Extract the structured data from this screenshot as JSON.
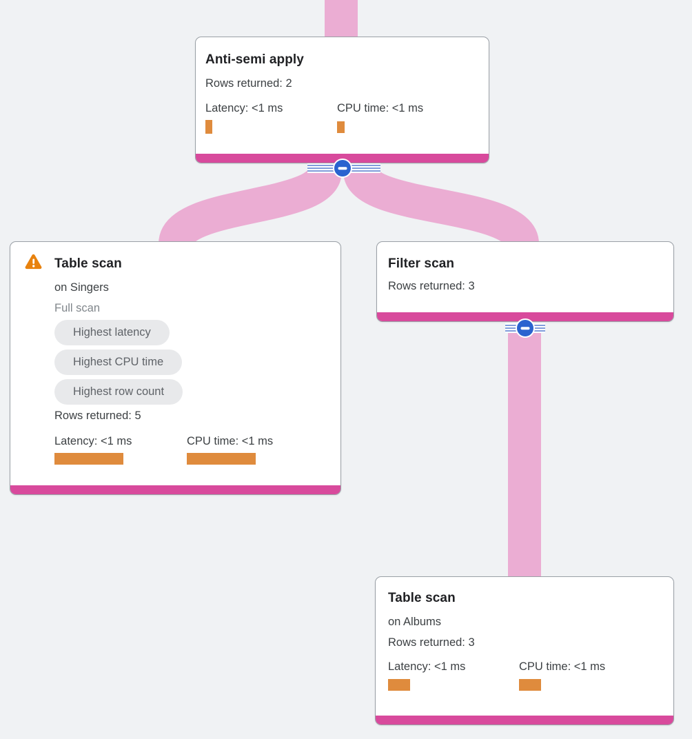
{
  "colors": {
    "background": "#f0f2f4",
    "node_border": "#9aa0a6",
    "output_strip": "#d84a9c",
    "edge_pink": "#ebadd3",
    "metric_bar_orange": "#df8b3d",
    "badge_bg": "#e8e9eb",
    "badge_text": "#5f6368",
    "collapse_blue": "#2a63cf",
    "warning_orange": "#e8820e",
    "title_text": "#202124",
    "body_text": "#3c4043",
    "muted_text": "#80868b"
  },
  "nodes": {
    "anti_semi_apply": {
      "title": "Anti-semi apply",
      "rows_returned": "Rows returned: 2",
      "latency_label": "Latency: <1 ms",
      "cpu_label": "CPU time: <1 ms",
      "latency_bar_style": "width:10px;height:20px",
      "cpu_bar_style": "width:11px;height:17px"
    },
    "table_scan_singers": {
      "title": "Table scan",
      "target": "on Singers",
      "scan_type": "Full scan",
      "badges": [
        "Highest latency",
        "Highest CPU time",
        "Highest row count"
      ],
      "rows_returned": "Rows returned: 5",
      "latency_label": "Latency: <1 ms",
      "cpu_label": "CPU time: <1 ms",
      "latency_bar_style": "width:100px;height:17px",
      "cpu_bar_style": "width:100px;height:17px"
    },
    "filter_scan": {
      "title": "Filter scan",
      "rows_returned": "Rows returned: 3"
    },
    "table_scan_albums": {
      "title": "Table scan",
      "target": "on Albums",
      "rows_returned": "Rows returned: 3",
      "latency_label": "Latency: <1 ms",
      "cpu_label": "CPU time: <1 ms",
      "latency_bar_style": "width:32px;height:17px",
      "cpu_bar_style": "width:32px;height:17px"
    }
  }
}
